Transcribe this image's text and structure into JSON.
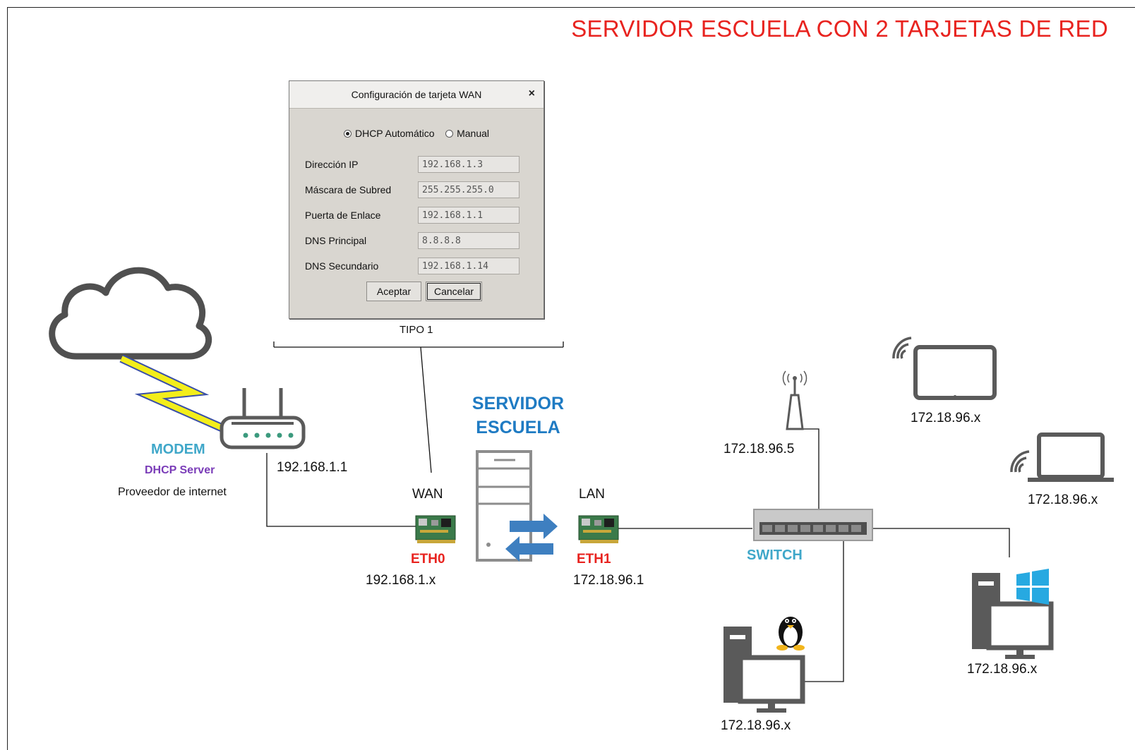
{
  "title": "SERVIDOR ESCUELA CON 2 TARJETAS DE RED",
  "dialog": {
    "title": "Configuración de tarjeta WAN",
    "close_symbol": "×",
    "radio_dhcp": "DHCP Automático",
    "radio_manual": "Manual",
    "fields": [
      {
        "label": "Dirección IP",
        "value": "192.168.1.3"
      },
      {
        "label": "Máscara de Subred",
        "value": "255.255.255.0"
      },
      {
        "label": "Puerta de Enlace",
        "value": "192.168.1.1"
      },
      {
        "label": "DNS Principal",
        "value": "8.8.8.8"
      },
      {
        "label": "DNS Secundario",
        "value": "192.168.1.14"
      }
    ],
    "accept": "Aceptar",
    "cancel": "Cancelar",
    "caption": "TIPO 1"
  },
  "modem": {
    "name": "MODEM",
    "role": "DHCP Server",
    "provider": "Proveedor de internet",
    "ip": "192.168.1.1"
  },
  "server": {
    "name_line1": "SERVIDOR",
    "name_line2": "ESCUELA",
    "wan_label": "WAN",
    "wan_iface": "ETH0",
    "wan_ip": "192.168.1.x",
    "lan_label": "LAN",
    "lan_iface": "ETH1",
    "lan_ip": "172.18.96.1"
  },
  "switch": {
    "name": "SWITCH"
  },
  "access_point": {
    "ip": "172.18.96.5"
  },
  "devices": {
    "tablet_ip": "172.18.96.x",
    "laptop_ip": "172.18.96.x",
    "windows_pc_ip": "172.18.96.x",
    "linux_pc_ip": "172.18.96.x"
  },
  "colors": {
    "title_red": "#e8231f",
    "server_blue": "#1f7bc3",
    "cyan": "#3fa7c9",
    "purple": "#7a3cb8",
    "device_gray": "#5a5a5a",
    "lightning": "#f3ee1a",
    "windows_blue": "#27a9e1"
  },
  "icons": [
    "cloud-icon",
    "lightning-icon",
    "modem-icon",
    "nic-icon",
    "server-icon",
    "switch-icon",
    "antenna-icon",
    "tablet-icon",
    "laptop-icon",
    "wifi-icon",
    "desktop-icon",
    "windows-logo-icon",
    "linux-tux-icon"
  ]
}
